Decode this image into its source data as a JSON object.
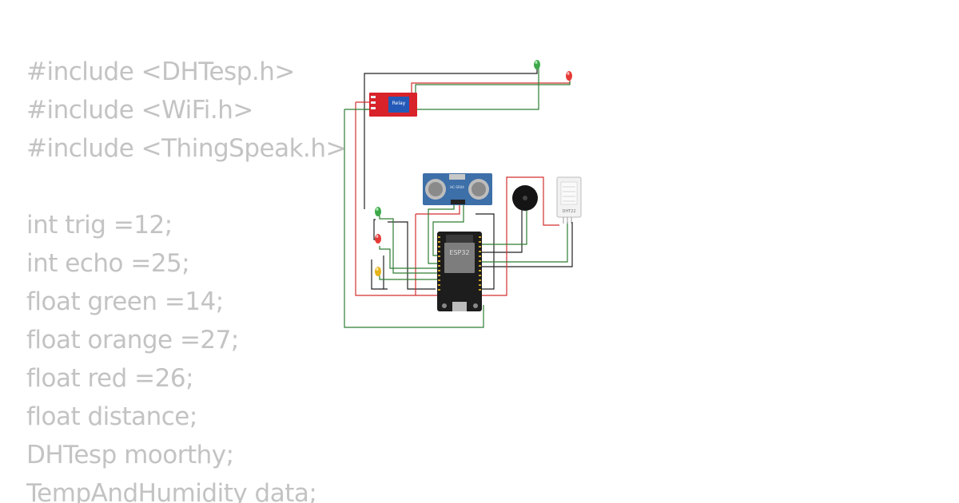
{
  "code": {
    "lines": [
      "#include <DHTesp.h>",
      "#include <WiFi.h>",
      "#include <ThingSpeak.h>",
      "",
      "int trig =12;",
      "int echo =25;",
      "float green =14;",
      "float orange =27;",
      "float red =26;",
      "float distance;",
      "DHTesp moorthy;",
      "TempAndHumidity data;"
    ]
  },
  "circuit": {
    "relay_label": "Relay",
    "mcu_label": "ESP32",
    "sensor_label": "DHT22",
    "ultrasonic_label": "HC-SR04"
  },
  "colors": {
    "code_text": "#c3c3c3",
    "wire_red": "#d32f2f",
    "wire_green": "#2e7d32",
    "wire_black": "#222222",
    "relay_board": "#d8232a",
    "ultrasonic_board": "#3d6fa8",
    "esp32_board": "#1d1d1d"
  },
  "icons": [
    "led-green-icon",
    "led-red-icon",
    "led-yellow-icon",
    "buzzer-icon",
    "dht22-sensor-icon",
    "relay-module-icon",
    "ultrasonic-sensor-icon",
    "esp32-board-icon"
  ]
}
